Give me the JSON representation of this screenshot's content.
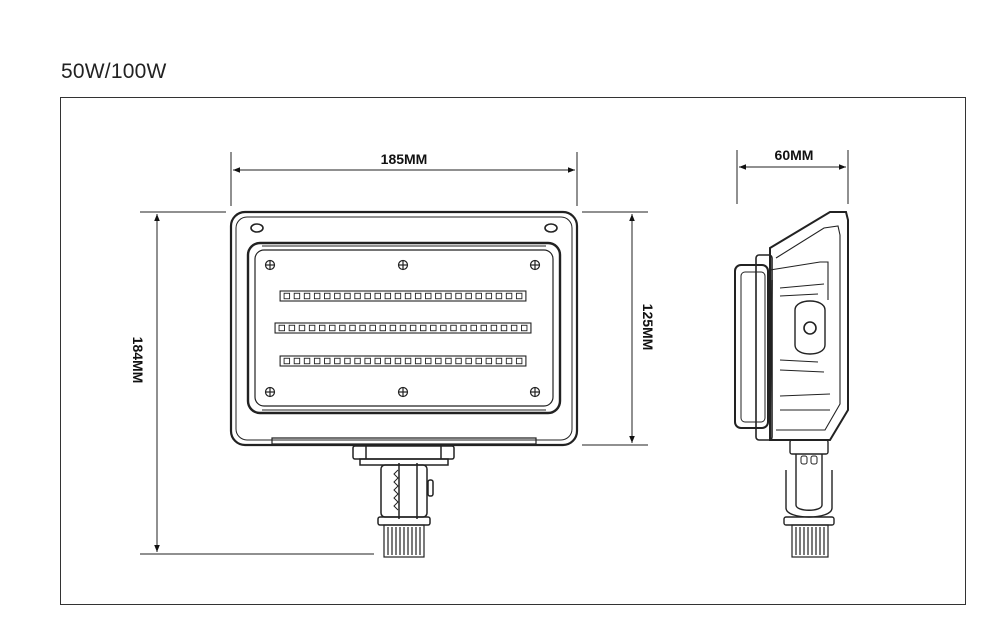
{
  "title": "50W/100W",
  "dimensions": {
    "width": "185MM",
    "depth": "60MM",
    "height": "184MM",
    "body_height": "125MM"
  },
  "led_rows": [
    {
      "chips": 24
    },
    {
      "chips": 25
    },
    {
      "chips": 24
    }
  ]
}
